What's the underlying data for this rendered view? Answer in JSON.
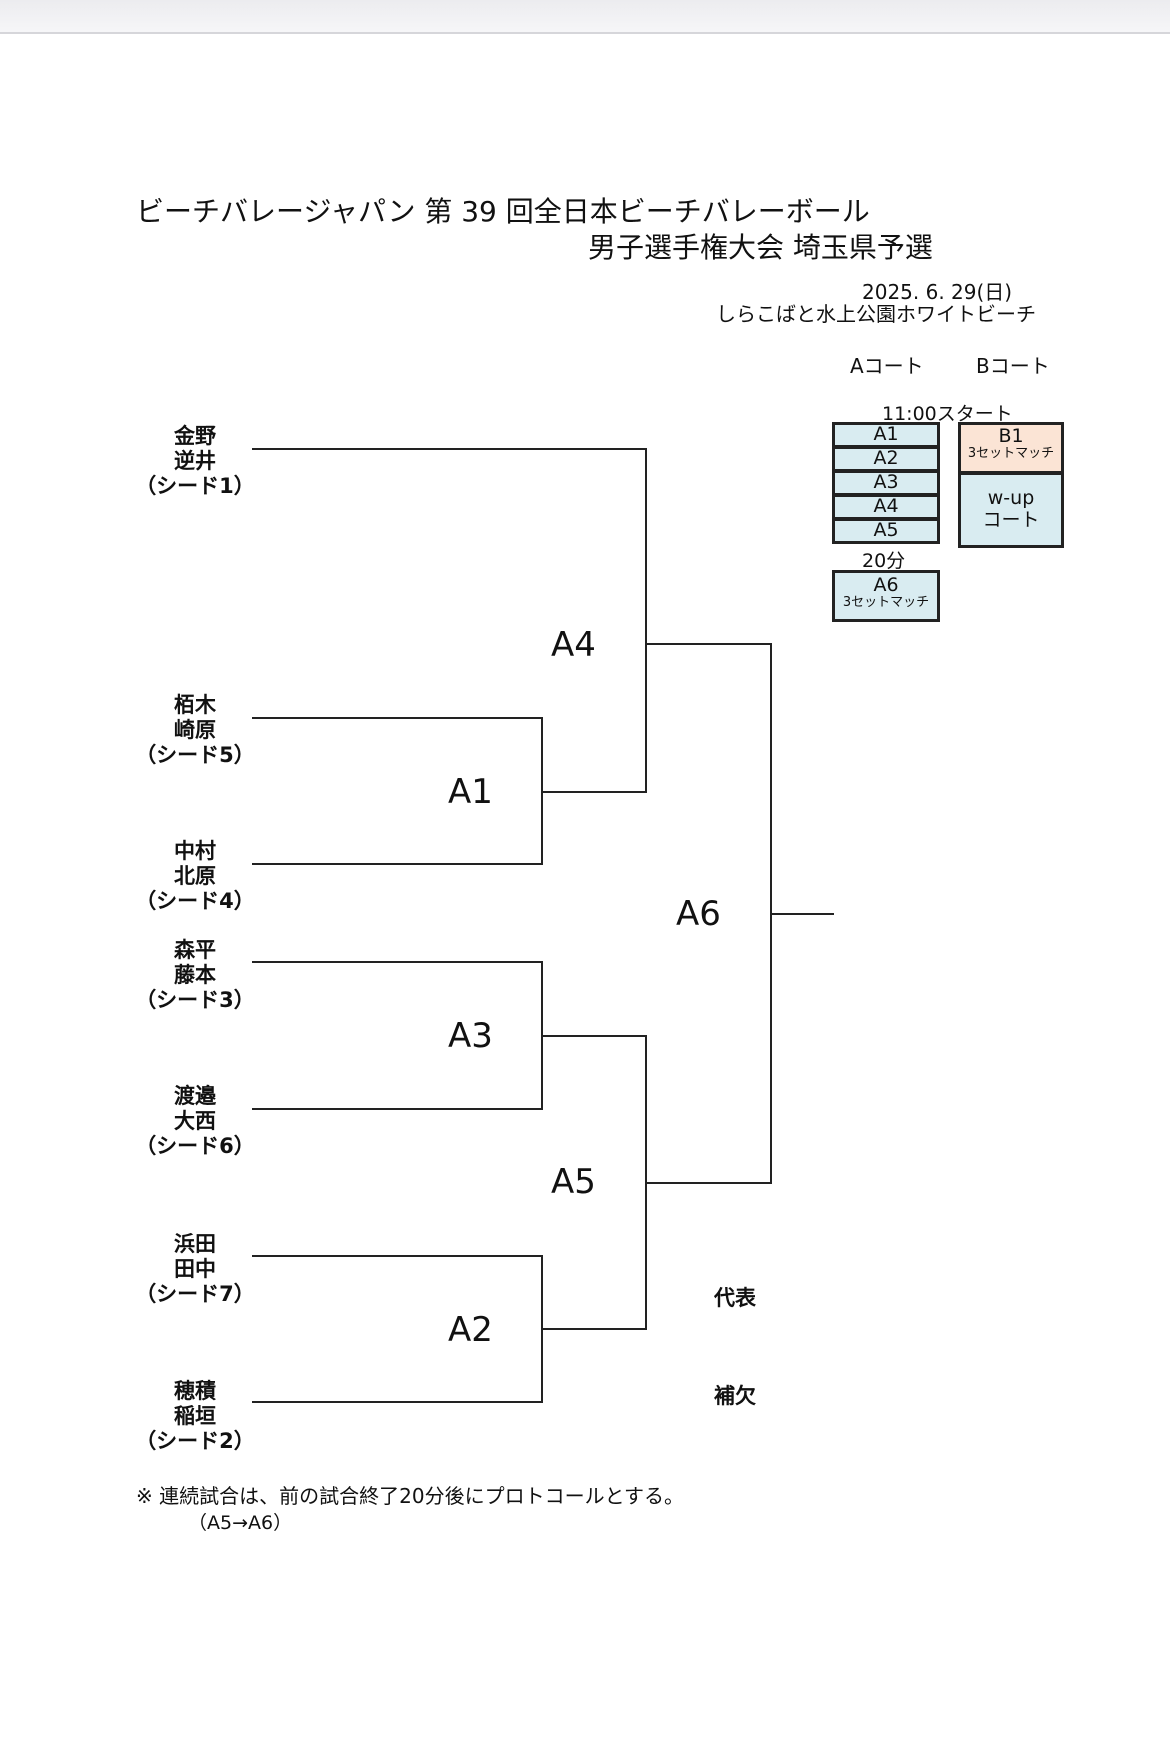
{
  "title": {
    "line1": "ビーチバレージャパン 第 39 回全日本ビーチバレーボール",
    "line2": "男子選手権大会  埼玉県予選"
  },
  "date": "2025. 6. 29(日)",
  "venue": "しらこばと水上公園ホワイトビーチ",
  "schedule": {
    "court_a_label": "Aコート",
    "court_b_label": "Bコート",
    "start_label": "11:00スタート",
    "court_a_matches": [
      "A1",
      "A2",
      "A3",
      "A4",
      "A5"
    ],
    "interval_label": "20分",
    "final": {
      "match": "A6",
      "note": "3セットマッチ"
    },
    "court_b": {
      "match": "B1",
      "note": "3セットマッチ"
    },
    "warmup_line1": "w-up",
    "warmup_line2": "コート"
  },
  "teams": [
    {
      "name1": "金野",
      "name2": "逆井",
      "seed": "（シード1）"
    },
    {
      "name1": "栢木",
      "name2": "崎原",
      "seed": "（シード5）"
    },
    {
      "name1": "中村",
      "name2": "北原",
      "seed": "（シード4）"
    },
    {
      "name1": "森平",
      "name2": "藤本",
      "seed": "（シード3）"
    },
    {
      "name1": "渡邉",
      "name2": "大西",
      "seed": "（シード6）"
    },
    {
      "name1": "浜田",
      "name2": "田中",
      "seed": "（シード7）"
    },
    {
      "name1": "穂積",
      "name2": "稲垣",
      "seed": "（シード2）"
    }
  ],
  "matches": {
    "a1": "A1",
    "a2": "A2",
    "a3": "A3",
    "a4": "A4",
    "a5": "A5",
    "a6": "A6"
  },
  "results": {
    "representative": "代表",
    "alternate": "補欠"
  },
  "notes": {
    "line1": "※  連続試合は、前の試合終了20分後にプロトコールとする。",
    "line2": "（A5→A6）"
  },
  "colors": {
    "court_a_fill": "#d9ecf1",
    "court_b_fill": "#fbe4d5",
    "line": "#222222"
  }
}
